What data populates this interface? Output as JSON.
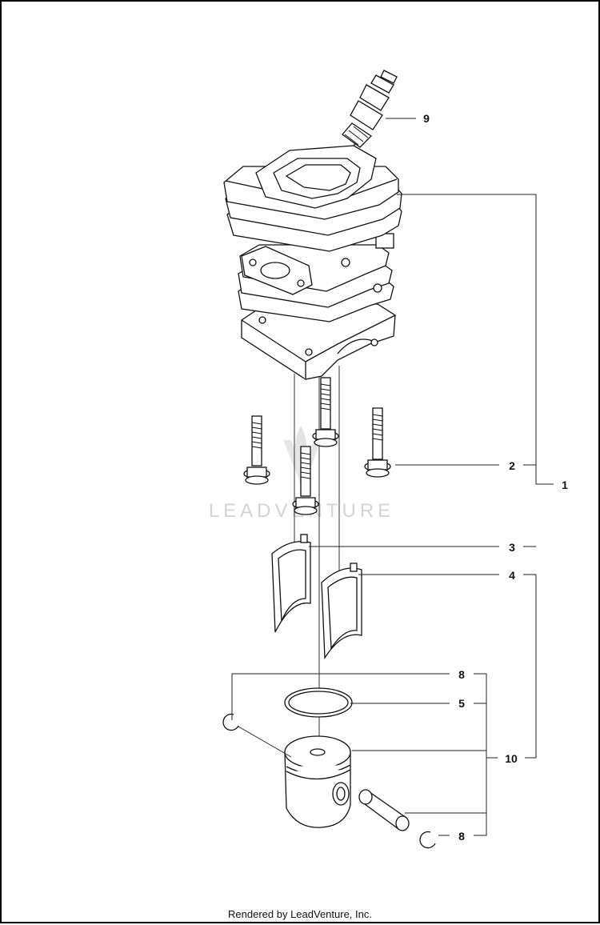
{
  "diagram": {
    "callouts": {
      "c1": "1",
      "c2": "2",
      "c3": "3",
      "c4": "4",
      "c5": "5",
      "c8a": "8",
      "c8b": "8",
      "c9": "9",
      "c10": "10"
    },
    "watermark": "LEADVENTURE"
  },
  "footer": {
    "text": "Rendered by LeadVenture, Inc."
  }
}
